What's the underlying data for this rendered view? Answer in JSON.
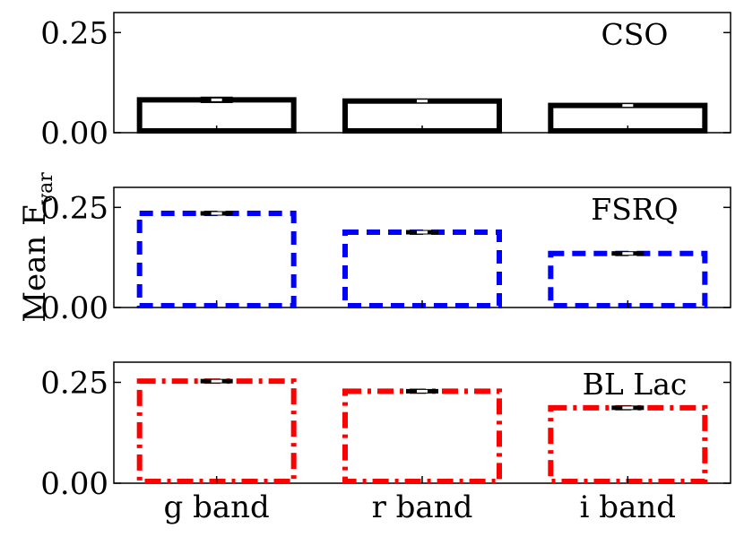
{
  "chart_data": {
    "type": "bar",
    "ylabel": "Mean F",
    "ylabel_subscript": "var",
    "categories": [
      "g band",
      "r band",
      "i band"
    ],
    "ylim": [
      0,
      0.3
    ],
    "yticks": [
      "0.00",
      "0.25"
    ],
    "ytick_values": [
      0,
      0.25
    ],
    "grid": false,
    "panels": [
      {
        "label": "CSO",
        "color": "#000000",
        "linestyle": "solid",
        "values": [
          0.082,
          0.079,
          0.068
        ],
        "errors": [
          0.008,
          0.0,
          0.0
        ]
      },
      {
        "label": "FSRQ",
        "color": "#0000ff",
        "linestyle": "dashed",
        "values": [
          0.235,
          0.188,
          0.135
        ],
        "errors": [
          0.003,
          0.002,
          0.004
        ]
      },
      {
        "label": "BL Lac",
        "color": "#ff0000",
        "linestyle": "dashdot",
        "values": [
          0.253,
          0.228,
          0.187
        ],
        "errors": [
          0.002,
          0.002,
          0.002
        ]
      }
    ]
  }
}
